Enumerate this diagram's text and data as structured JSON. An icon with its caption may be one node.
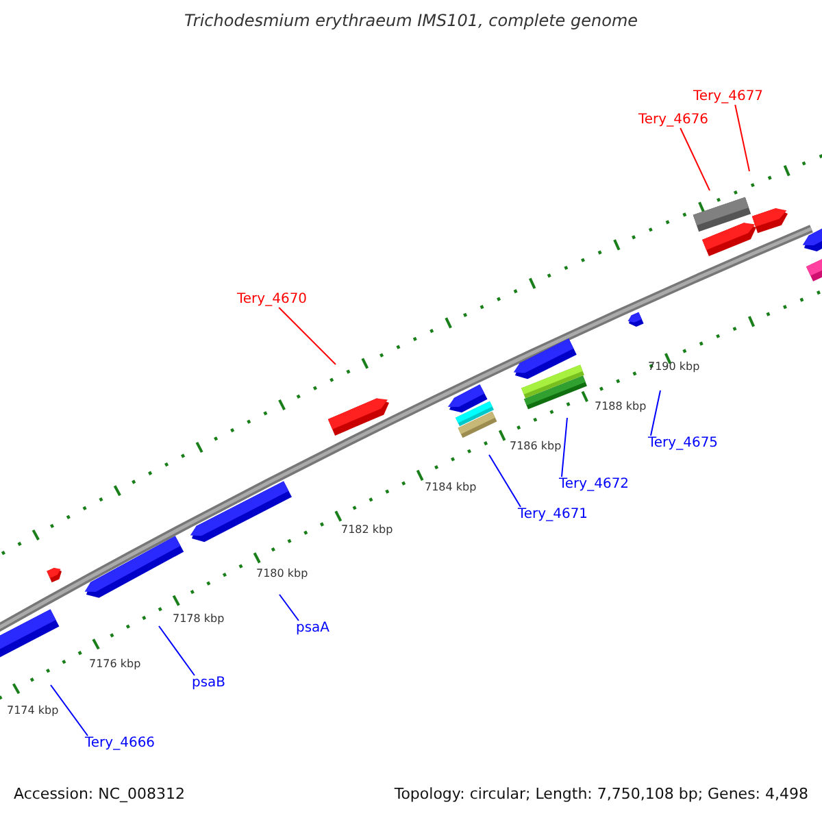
{
  "diagram": {
    "title": "Trichodesmium erythraeum IMS101, complete genome",
    "nodes": [
      {
        "text": [
          "Tery_4677"
        ]
      },
      {
        "text": [
          "Tery_4676"
        ]
      },
      {
        "text": [
          "Tery_4670"
        ]
      },
      {
        "text": [
          "Tery_4675"
        ]
      },
      {
        "text": [
          "Tery_4672"
        ]
      },
      {
        "text": [
          "Tery_4671"
        ]
      },
      {
        "text": [
          "psaA"
        ]
      },
      {
        "text": [
          "psaB"
        ]
      },
      {
        "text": [
          "Tery_4666"
        ]
      }
    ],
    "edges": [
      {
        "from": 0,
        "to": null,
        "arrow": "none",
        "color": "#ff0000"
      },
      {
        "from": 1,
        "to": null,
        "arrow": "none",
        "color": "#ff0000"
      },
      {
        "from": 2,
        "to": null,
        "arrow": "none",
        "color": "#ff0000"
      },
      {
        "from": 3,
        "to": null,
        "arrow": "none"
      },
      {
        "from": 4,
        "to": null,
        "arrow": "none"
      },
      {
        "from": 5,
        "to": null,
        "arrow": "none"
      },
      {
        "from": 6,
        "to": null,
        "arrow": "none"
      },
      {
        "from": 7,
        "to": null,
        "arrow": "none"
      },
      {
        "from": 8,
        "to": null,
        "arrow": "none"
      }
    ],
    "labels": [
      "7174 kbp",
      "7176 kbp",
      "7178 kbp",
      "7180 kbp",
      "7182 kbp",
      "7184 kbp",
      "7186 kbp",
      "7188 kbp",
      "7190 kbp",
      "Accession: NC_008312",
      "Topology: circular; Length: 7,750,108 bp; Genes: 4,498"
    ]
  }
}
